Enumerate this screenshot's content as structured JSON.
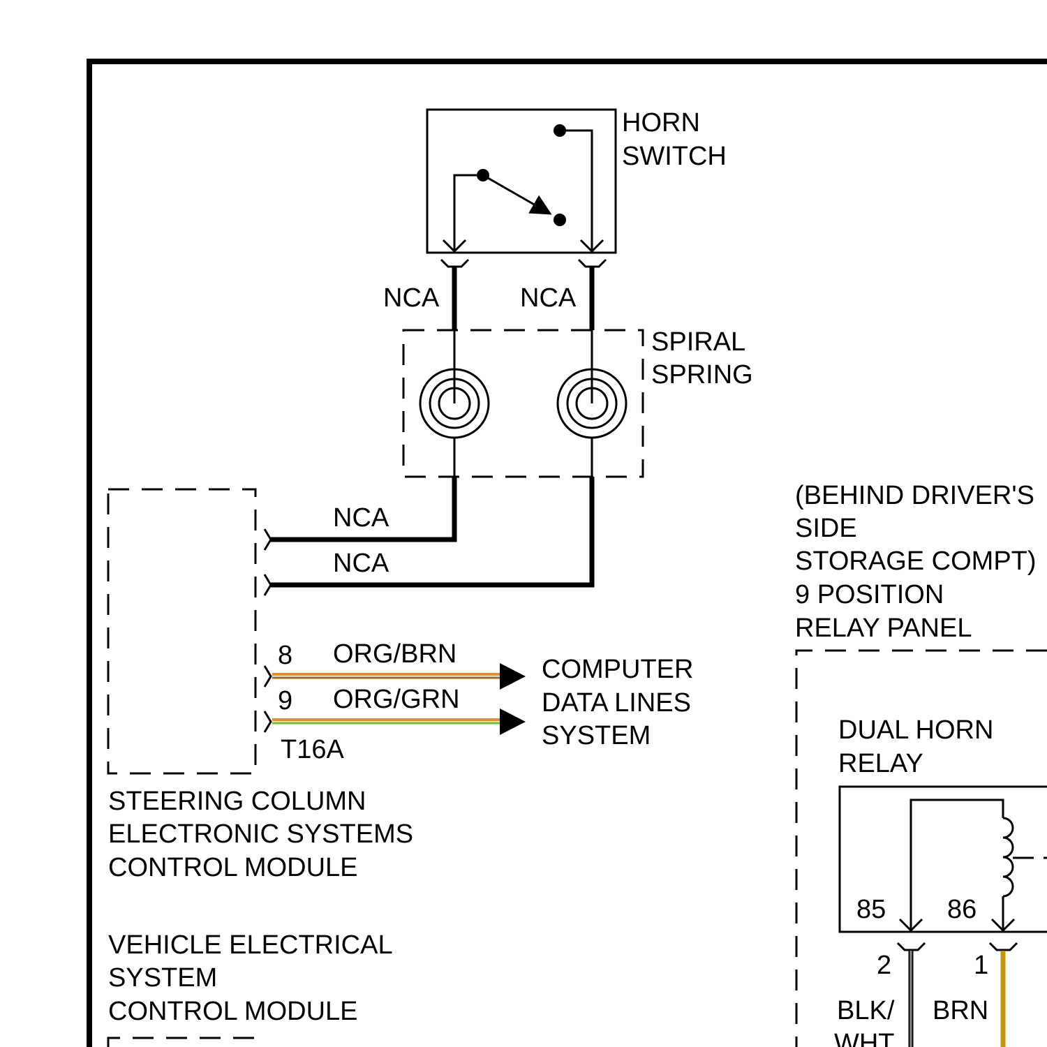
{
  "components": {
    "horn_switch": {
      "line1": "HORN",
      "line2": "SWITCH"
    },
    "spiral_spring": {
      "line1": "SPIRAL",
      "line2": "SPRING"
    },
    "scesm": {
      "line1": "STEERING COLUMN",
      "line2": "ELECTRONIC SYSTEMS",
      "line3": "CONTROL MODULE"
    },
    "vescm": {
      "line1": "VEHICLE ELECTRICAL",
      "line2": "SYSTEM",
      "line3": "CONTROL MODULE"
    },
    "computer_data_lines": {
      "line1": "COMPUTER",
      "line2": "DATA LINES",
      "line3": "SYSTEM"
    },
    "relay_panel": {
      "line1": "(BEHIND DRIVER'S",
      "line2": "SIDE",
      "line3": "STORAGE COMPT)",
      "line4": "9 POSITION",
      "line5": "RELAY PANEL"
    },
    "dual_horn_relay": {
      "line1": "DUAL HORN",
      "line2": "RELAY"
    }
  },
  "wires": {
    "nca_left_top": "NCA",
    "nca_right_top": "NCA",
    "nca_upper": "NCA",
    "nca_lower": "NCA",
    "pin_8": "8",
    "pin_8_color": "ORG/BRN",
    "pin_9": "9",
    "pin_9_color": "ORG/GRN",
    "connector": "T16A"
  },
  "relay_pins": {
    "pin_85": "85",
    "pin_86": "86",
    "cavity_2": "2",
    "cavity_1": "1",
    "wire_2_color_line1": "BLK/",
    "wire_2_color_line2": "WHT",
    "wire_1_color": "BRN"
  },
  "colors": {
    "orange": "#f08a1a",
    "brown": "#a0642a",
    "green": "#6abf3a",
    "gray": "#8a8a8a",
    "tan": "#c8960a"
  }
}
